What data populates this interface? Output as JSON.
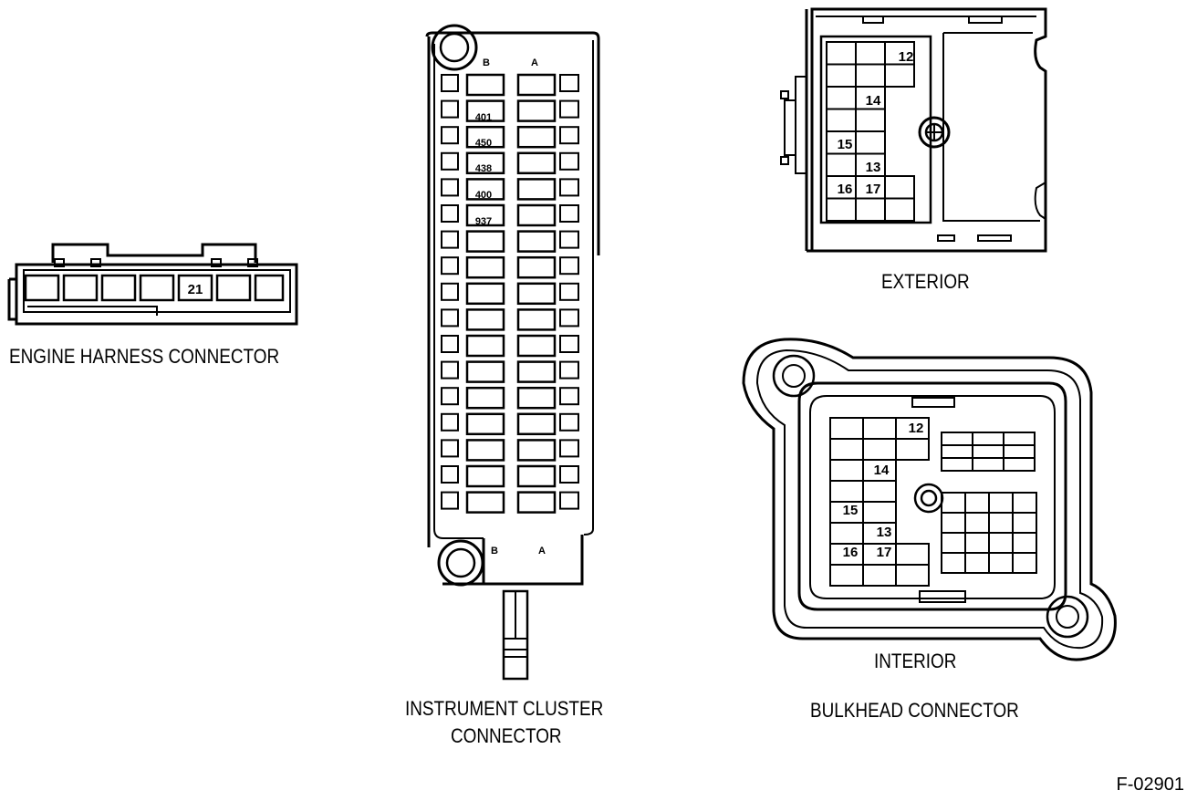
{
  "engine_harness": {
    "caption": "ENGINE HARNESS CONNECTOR",
    "pin": "21"
  },
  "instrument_cluster": {
    "caption_line1": "INSTRUMENT CLUSTER",
    "caption_line2": "CONNECTOR",
    "col_b": "B",
    "col_a": "A",
    "pins": [
      "401",
      "450",
      "438",
      "400",
      "937"
    ]
  },
  "bulkhead": {
    "exterior_label": "EXTERIOR",
    "interior_label": "INTERIOR",
    "caption": "BULKHEAD CONNECTOR",
    "pins": {
      "p12": "12",
      "p13": "13",
      "p14": "14",
      "p15": "15",
      "p16": "16",
      "p17": "17"
    }
  },
  "figure_id": "F-02901"
}
